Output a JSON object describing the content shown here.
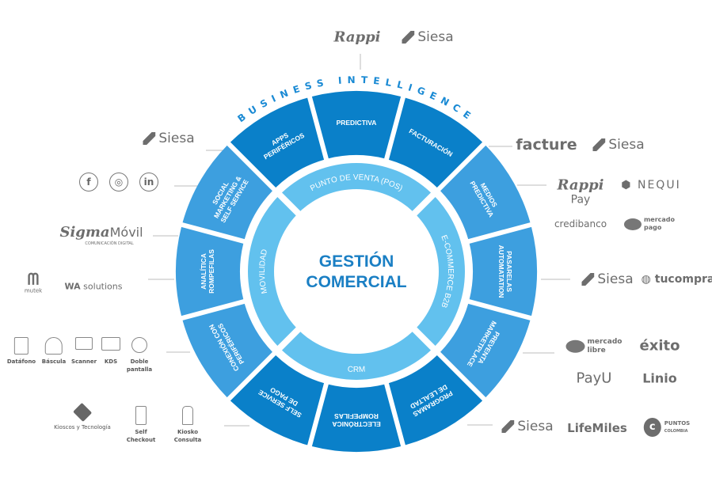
{
  "center": {
    "line1": "GESTIÓN",
    "line2": "COMERCIAL"
  },
  "arc_title": "BUSINESS INTELLIGENCE",
  "colors": {
    "dark": "#0a80c9",
    "medium": "#3d9fdf",
    "inner": "#62c1ee",
    "center_text": "#1a7fc4",
    "logo_gray": "#6d6d6d",
    "line": "#bdbdbd"
  },
  "inner_ring": [
    {
      "label": "PUNTO DE VENTA (POS)",
      "angle": 270
    },
    {
      "label": "E-COMMERCE B2B",
      "angle": 0
    },
    {
      "label": "CRM",
      "angle": 90
    },
    {
      "label": "MOVILIDAD",
      "angle": 180
    }
  ],
  "outer_ring": [
    {
      "lines": [
        "PASARELAS",
        "AUTOMATATION"
      ],
      "angle": 0,
      "tone": "medium"
    },
    {
      "lines": [
        "PREVENTA",
        "MARKETPLACE"
      ],
      "angle": 30,
      "tone": "medium"
    },
    {
      "lines": [
        "PROGRAMAS",
        "DE LEALTAD"
      ],
      "angle": 60,
      "tone": "dark"
    },
    {
      "lines": [
        "ELECTRÓNICA",
        "ROMPEFILAS"
      ],
      "angle": 90,
      "tone": "dark"
    },
    {
      "lines": [
        "SELF SERVICE",
        "DE PAGO"
      ],
      "angle": 120,
      "tone": "dark"
    },
    {
      "lines": [
        "CONEXIÓN CON",
        "PERIFÉRICOS"
      ],
      "angle": 150,
      "tone": "medium"
    },
    {
      "lines": [
        "ANALÍTICA",
        "ROMPEFILAS"
      ],
      "angle": 180,
      "tone": "medium"
    },
    {
      "lines": [
        "SOCIAL",
        "MARKETING &",
        "SELF SERVICE"
      ],
      "angle": 210,
      "tone": "medium"
    },
    {
      "lines": [
        "APPS",
        "PERIFÉRICOS"
      ],
      "angle": 240,
      "tone": "dark"
    },
    {
      "lines": [
        "PREDICTIVA"
      ],
      "angle": 270,
      "tone": "dark"
    },
    {
      "lines": [
        "FACTURACIÓN"
      ],
      "angle": 300,
      "tone": "dark"
    },
    {
      "lines": [
        "MEDIOS",
        "PREDICTIVA"
      ],
      "angle": 330,
      "tone": "medium"
    }
  ],
  "logos": {
    "top": [
      "Rappi",
      "Siesa"
    ],
    "apps": [
      "Siesa"
    ],
    "social": [
      "f",
      "◎",
      "in"
    ],
    "analitica_top": {
      "name": "Sigma",
      "suffix": "Móvil",
      "tag": "COMUNICACIÓN DIGITAL"
    },
    "analitica": [
      "mutek",
      "WA",
      "solutions"
    ],
    "devices": [
      "Datáfono",
      "Báscula",
      "Scanner",
      "KDS",
      "Doble pantalla"
    ],
    "kiosks": [
      "Kioscos y Tecnología",
      "Self Checkout",
      "Kiosko Consulta"
    ],
    "facturacion": [
      "facture",
      "Siesa"
    ],
    "medios": [
      "Rappi",
      "Pay",
      "NEQUI",
      "credibanco",
      "mercado",
      "pago"
    ],
    "pasarelas": [
      "Siesa",
      "tucompra"
    ],
    "marketplace": [
      "mercado",
      "libre",
      "éxito",
      "PayU",
      "Linio"
    ],
    "lealtad": [
      "Siesa",
      "LifeMiles",
      "PUNTOS",
      "COLOMBIA"
    ]
  }
}
